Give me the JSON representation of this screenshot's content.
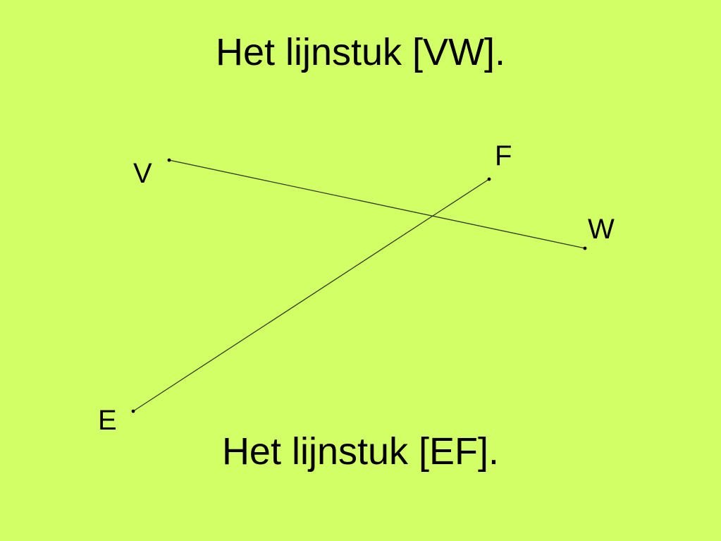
{
  "slide": {
    "title_top": "Het lijnstuk [VW].",
    "title_bottom": "Het lijnstuk [EF].",
    "background_color": "#d3ff66",
    "line_color": "#000000"
  },
  "points": {
    "V": "V",
    "W": "W",
    "E": "E",
    "F": "F"
  }
}
